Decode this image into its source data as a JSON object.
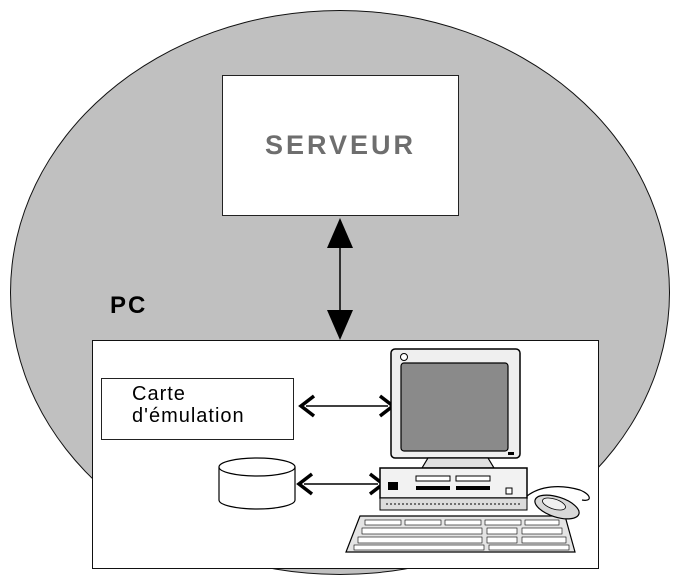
{
  "diagram": {
    "server_label": "SERVEUR",
    "pc_label": "PC",
    "card_label_line1": "Carte",
    "card_label_line2": "d'émulation"
  },
  "icons": [
    "database-cylinder-icon",
    "computer-workstation-icon",
    "monitor-icon",
    "keyboard-icon",
    "mouse-icon"
  ],
  "colors": {
    "background_ellipse": "#c0c0c0",
    "server_text": "#6e6e6e",
    "screen": "#8a8a8a"
  }
}
